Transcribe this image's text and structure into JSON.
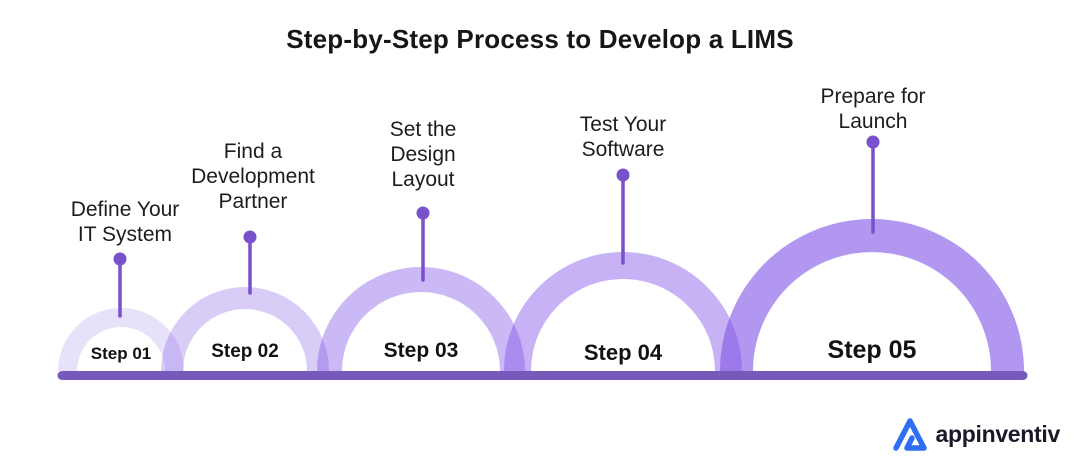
{
  "title": "Step-by-Step Process to Develop a LIMS",
  "diagram": {
    "type": "process-timeline-arcs",
    "steps": [
      {
        "label": "Step 01",
        "description": "Define Your\nIT System"
      },
      {
        "label": "Step 02",
        "description": "Find a\nDevelopment\nPartner"
      },
      {
        "label": "Step 03",
        "description": "Set the\nDesign\nLayout"
      },
      {
        "label": "Step 04",
        "description": "Test Your\nSoftware"
      },
      {
        "label": "Step 05",
        "description": "Prepare for\nLaunch"
      }
    ]
  },
  "colors": {
    "arc_base": "#8257E6",
    "arc_opacities": [
      0.18,
      0.3,
      0.42,
      0.46,
      0.62
    ],
    "baseline_bar": "#7659B8",
    "pin": "#7851CB",
    "text": "#1d1d1d",
    "logo_blue": "#2E6EF5",
    "logo_text": "#191927"
  },
  "footer": {
    "brand": "appinventiv"
  }
}
